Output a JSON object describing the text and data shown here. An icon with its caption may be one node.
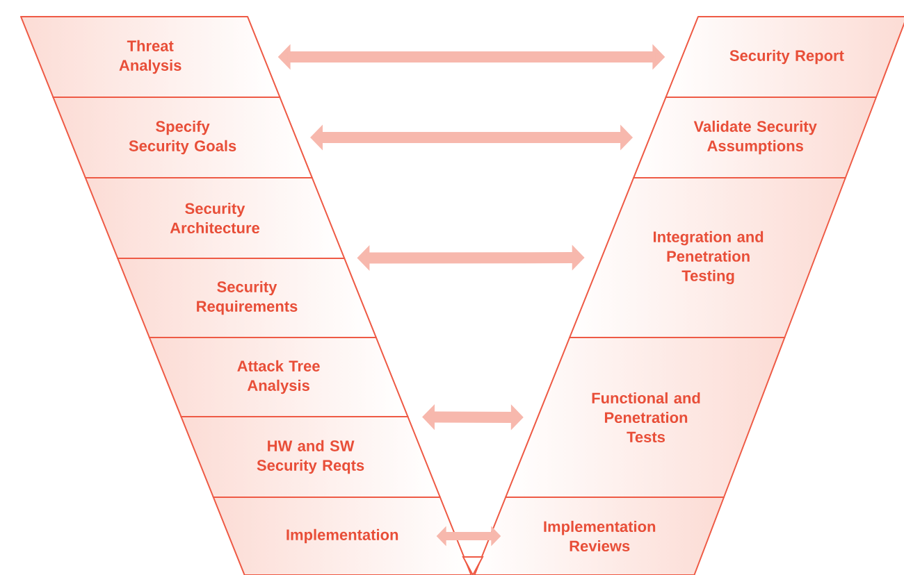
{
  "diagram": {
    "nodes": [
      {
        "text": [
          "Threat Analysis"
        ]
      },
      {
        "text": [
          "Specify Security Goals"
        ]
      },
      {
        "text": [
          "Security Architecture"
        ]
      },
      {
        "text": [
          "Security Requirements"
        ]
      },
      {
        "text": [
          "Attack Tree Analysis"
        ]
      },
      {
        "text": [
          "HW and SW Security Reqts"
        ]
      },
      {
        "text": [
          "Implementation"
        ]
      },
      {
        "text": [
          "Security Report"
        ]
      },
      {
        "text": [
          "Validate Security Assumptions"
        ]
      },
      {
        "text": [
          "Integration and Penetration Testing"
        ]
      },
      {
        "text": [
          "Functional and Penetration Tests"
        ]
      },
      {
        "text": [
          "Implementation Reviews"
        ]
      }
    ],
    "edges": [
      {
        "from": 0,
        "to": 7,
        "arrow": "both"
      },
      {
        "from": 1,
        "to": 8,
        "arrow": "both"
      },
      {
        "from": 2,
        "to": 9,
        "arrow": "both"
      },
      {
        "from": 3,
        "to": 9,
        "arrow": "both"
      },
      {
        "from": 4,
        "to": 10,
        "arrow": "both"
      },
      {
        "from": 5,
        "to": 10,
        "arrow": "both"
      },
      {
        "from": 6,
        "to": 11,
        "arrow": "both"
      }
    ]
  }
}
